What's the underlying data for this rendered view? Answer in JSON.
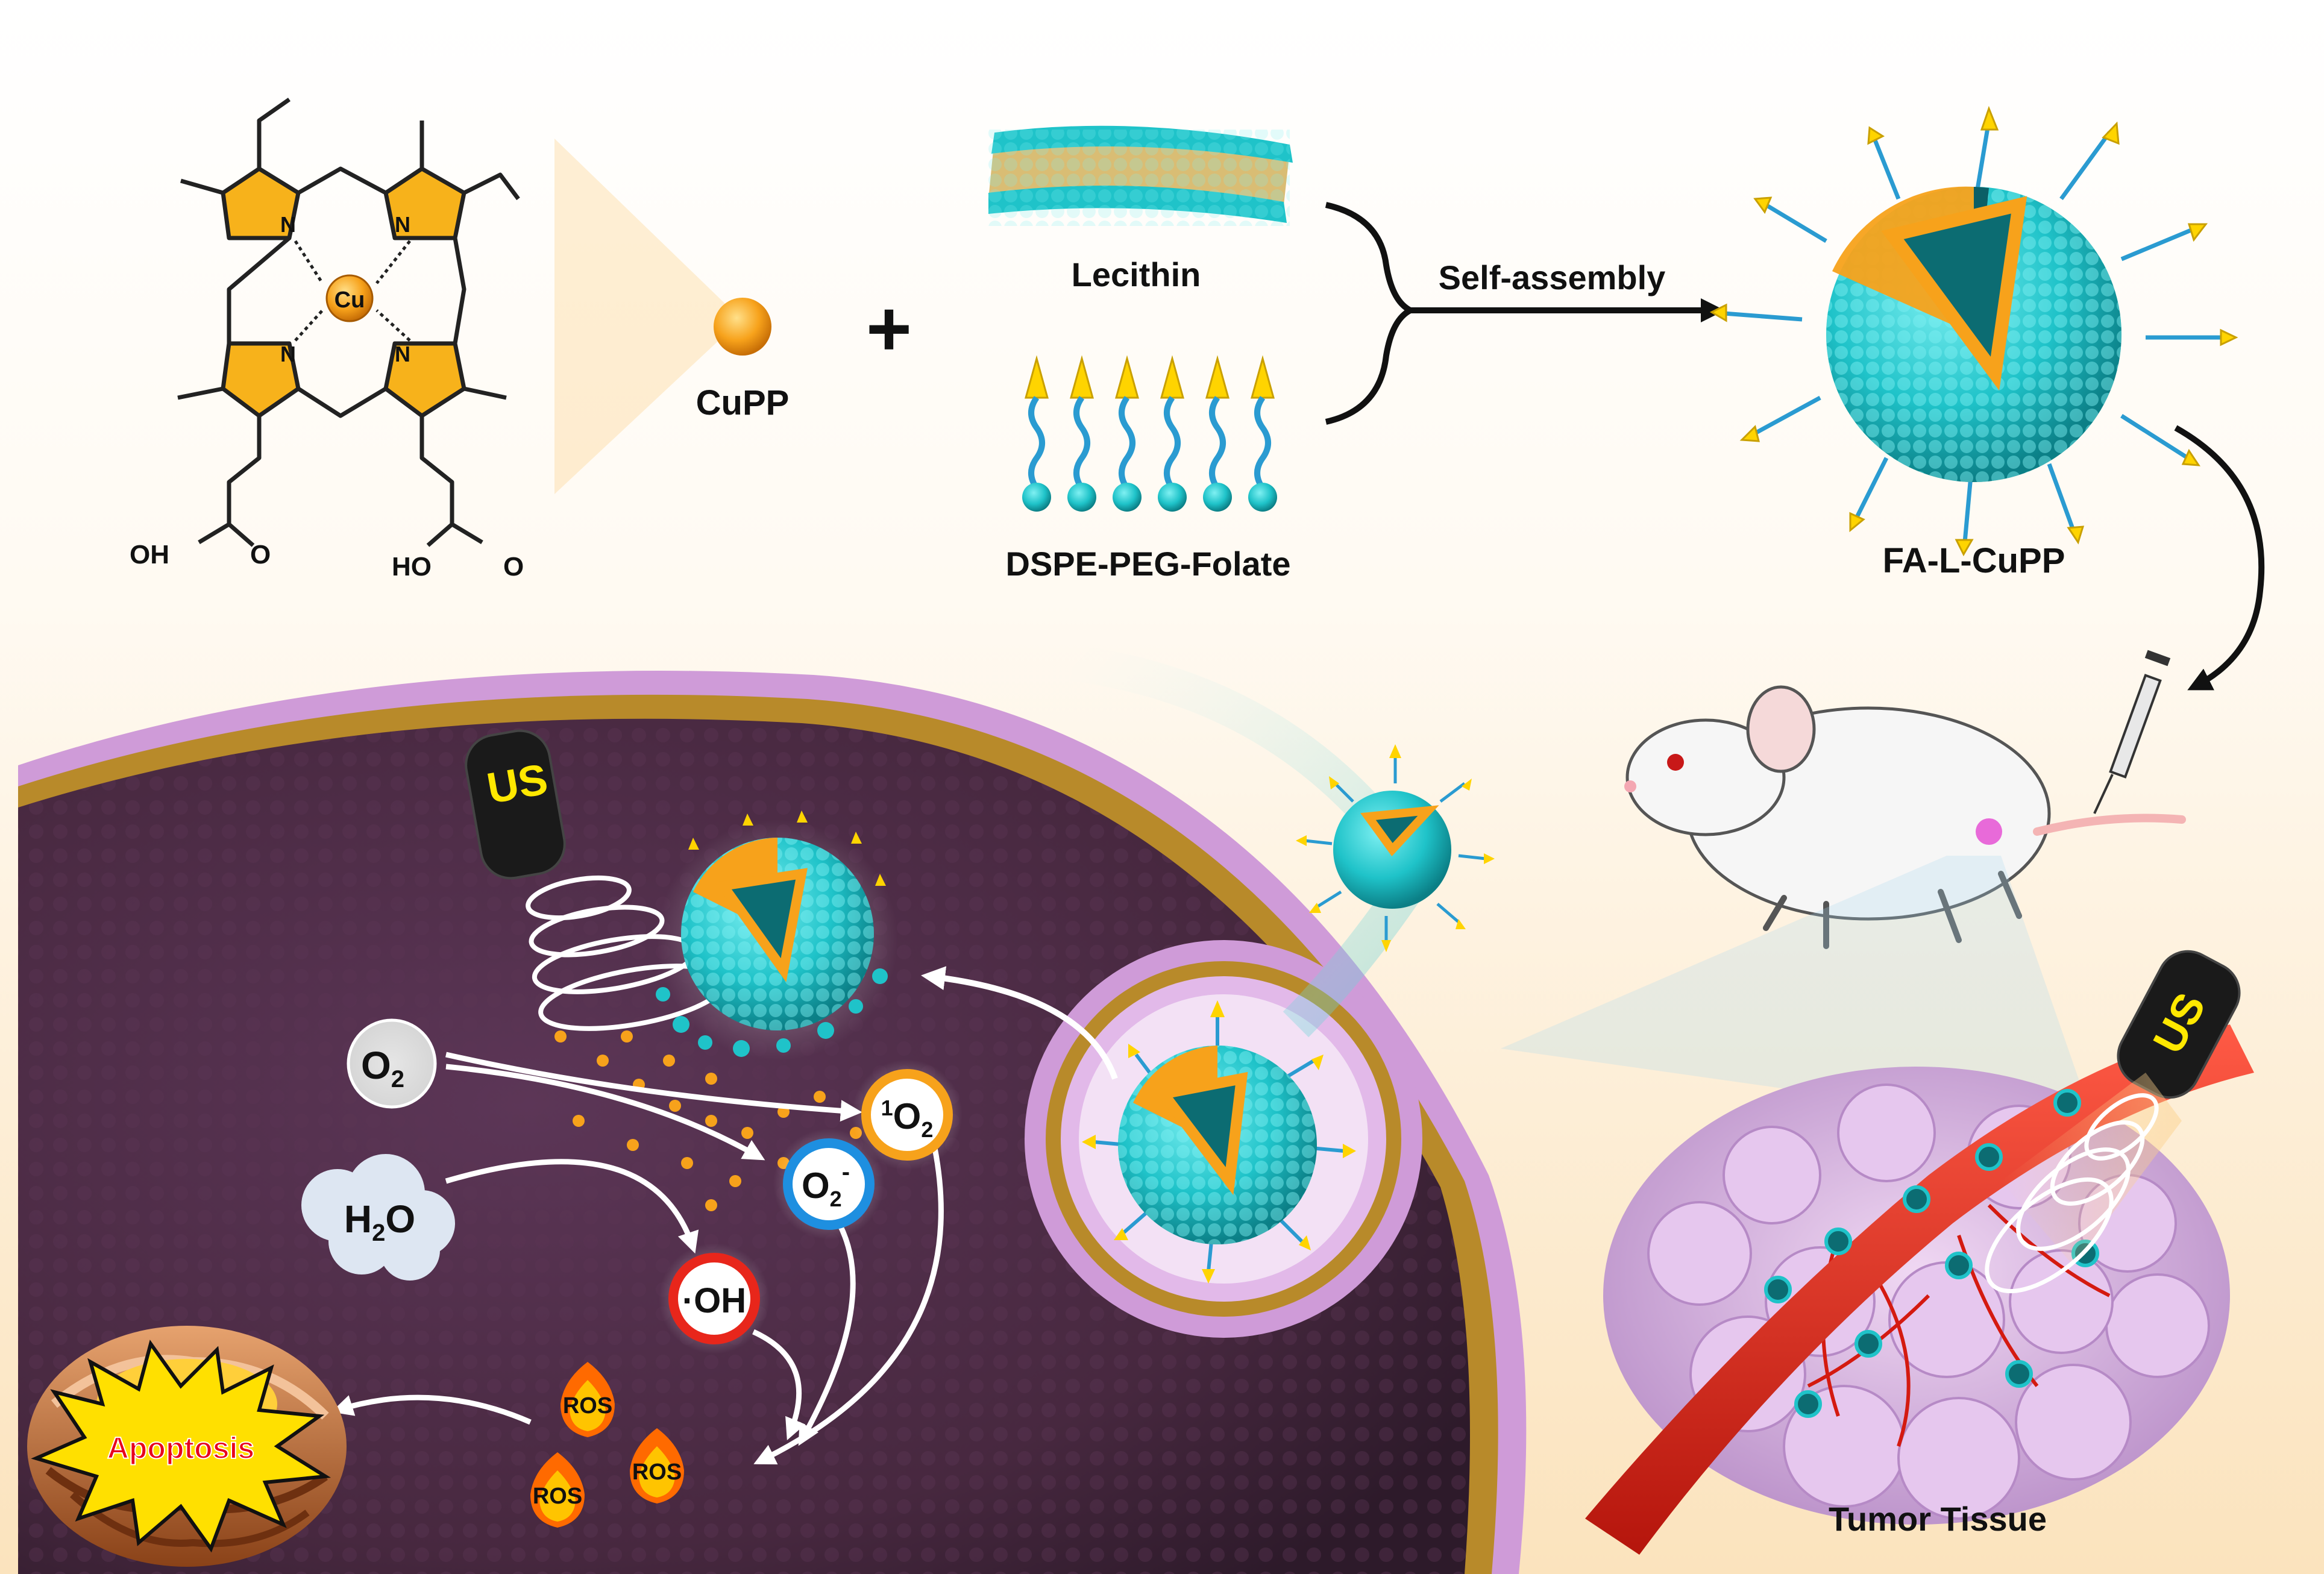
{
  "molecule": {
    "metal": "Cu",
    "acid_left": "OH",
    "acid_right": "HO",
    "oxygen": "O",
    "nitrogen": "N"
  },
  "labels": {
    "cupp": "CuPP",
    "plus": "+",
    "lecithin": "Lecithin",
    "dspe": "DSPE-PEG-Folate",
    "self_assembly": "Self-assembly",
    "fa_l_cupp": "FA-L-CuPP",
    "tumor_tissue": "Tumor Tissue"
  },
  "ultrasound": {
    "left": "US",
    "right": "US"
  },
  "species": {
    "o2": "O",
    "o2_sub": "2",
    "h2o": "H",
    "h2o_sub": "2",
    "h2o_tail": "O",
    "singlet_sup": "1",
    "singlet": "O",
    "singlet_sub": "2",
    "superoxide": "O",
    "superoxide_sub": "2",
    "superoxide_sup": "-",
    "hydroxyl": "·OH"
  },
  "ros": [
    "ROS",
    "ROS",
    "ROS"
  ],
  "apoptosis": "Apoptosis",
  "colors": {
    "teal": "#1fc3c9",
    "orange": "#f7a21b",
    "folate": "#ffd400",
    "membrane": "#d9a6e0",
    "cell_interior": "#4a2a45",
    "vessel": "#e8261b",
    "tumor": "#d8b6e2",
    "us_text": "#ffe800",
    "apoptosis_text": "#e8001c"
  }
}
